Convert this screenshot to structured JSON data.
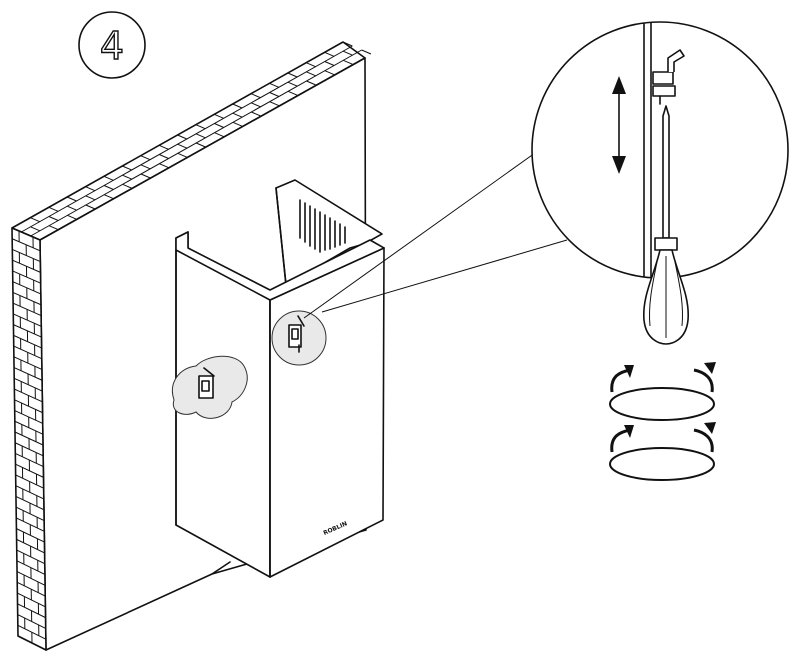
{
  "step": {
    "number": "4"
  },
  "hood": {
    "brand_mark": "ROBLIN"
  },
  "icons": {
    "step": "circled-number-4",
    "adjust_arrow": "double-headed-vertical-arrow",
    "rotate_upper": "rotate-arrows-icon",
    "rotate_lower": "rotate-arrows-icon",
    "detail_callout": "magnifier-circle"
  },
  "colors": {
    "line": "#111111",
    "background": "#ffffff",
    "cloud_fill": "#e9e9e9"
  }
}
